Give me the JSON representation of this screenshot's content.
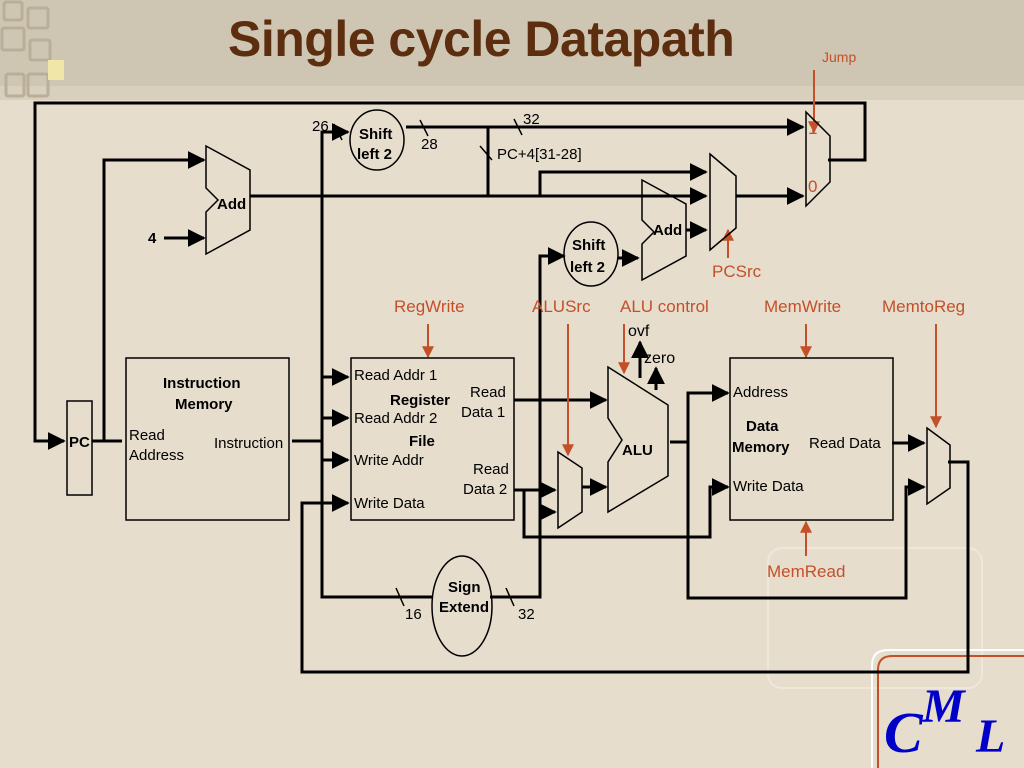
{
  "title": "Single cycle Datapath",
  "colors": {
    "control": "#c4502a",
    "title": "#5c2d0e",
    "logo": "#0000c8",
    "background": "#e6ddcd"
  },
  "blocks": {
    "pc": "PC",
    "add_top": "Add",
    "add_branch": "Add",
    "four": "4",
    "shift_top": [
      "Shift",
      "left 2"
    ],
    "shift_mid": [
      "Shift",
      "left 2"
    ],
    "sign_extend": [
      "Sign",
      "Extend"
    ],
    "alu": "ALU",
    "instruction_memory": {
      "title": [
        "Instruction",
        "Memory"
      ],
      "read_address": [
        "Read",
        "Address"
      ],
      "instruction": "Instruction"
    },
    "register_file": {
      "title": [
        "Register",
        "File"
      ],
      "read_addr_1": "Read Addr 1",
      "read_addr_2": "Read Addr 2",
      "write_addr": "Write Addr",
      "write_data": "Write Data",
      "read_data_1": [
        "Read",
        "Data 1"
      ],
      "read_data_2": [
        "Read",
        "Data 2"
      ]
    },
    "data_memory": {
      "title": [
        "Data",
        "Memory"
      ],
      "address": "Address",
      "write_data": "Write Data",
      "read_data": "Read Data"
    },
    "jump_mux": {
      "in1": "1",
      "in0": "0"
    }
  },
  "bus_widths": {
    "w26": "26",
    "w28": "28",
    "w32_top": "32",
    "pc_bits": "PC+4[31-28]",
    "w16": "16",
    "w32_sign": "32"
  },
  "alu_flags": {
    "ovf": "ovf",
    "zero": "zero"
  },
  "control": {
    "jump": "Jump",
    "pcsrc": "PCSrc",
    "regwrite": "RegWrite",
    "alusrc": "ALUSrc",
    "alu_control": "ALU control",
    "memwrite": "MemWrite",
    "memtoreg": "MemtoReg",
    "memread": "MemRead"
  },
  "logo": {
    "c": "C",
    "m": "M",
    "l": "L"
  }
}
